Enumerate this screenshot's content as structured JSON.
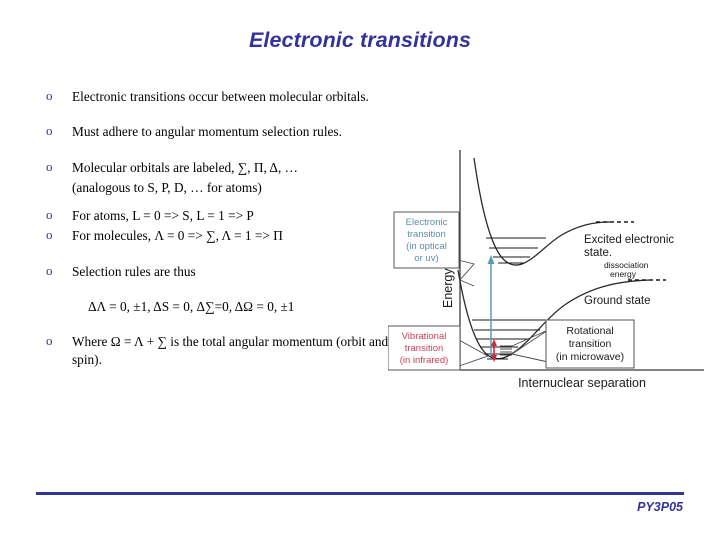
{
  "slide": {
    "title": "Electronic transitions",
    "footer_label": "PY3P05",
    "accent_color": "#333399"
  },
  "bullets": [
    {
      "marker": "o",
      "text": "Electronic transitions occur between molecular orbitals."
    },
    {
      "marker": "o",
      "text": "Must adhere to angular momentum selection rules."
    },
    {
      "marker": "o",
      "text": "Molecular orbitals are labeled, ∑, Π, Δ, …"
    },
    {
      "marker": "",
      "text": "(analogous to S, P, D, … for atoms)"
    },
    {
      "marker": "o",
      "text": "For atoms, L = 0 => S, L = 1 => P"
    },
    {
      "marker": "o",
      "text": "For molecules, Λ = 0 => ∑, Λ = 1 => Π"
    },
    {
      "marker": "o",
      "text": "Selection rules are thus"
    },
    {
      "marker": "",
      "text": "ΔΛ = 0, ±1,   ΔS = 0,  Δ∑=0,   ΔΩ = 0, ±1"
    },
    {
      "marker": "o",
      "text": "Where Ω = Λ + ∑ is the total angular momentum (orbit and spin)."
    }
  ],
  "diagram": {
    "x_axis_label": "Internuclear separation",
    "y_axis_label": "Energy",
    "callouts": {
      "electronic": {
        "lines": [
          "Electronic",
          "transition",
          "(in optical",
          "or uv)"
        ],
        "color": "#5b8fa8"
      },
      "vibrational": {
        "lines": [
          "Vibrational",
          "transition",
          "(in infrared)"
        ],
        "color": "#c9405a"
      },
      "rotational": {
        "lines": [
          "Rotational",
          "transition",
          "(in microwave)"
        ],
        "color": "#1a1a1a"
      }
    },
    "annotations": {
      "excited_state_line1": "Excited electronic",
      "excited_state_line2": "state.",
      "dissociation_line1": "dissociation",
      "dissociation_line2": "energy",
      "ground_state": "Ground state"
    },
    "arrows": {
      "electronic_arrow_color": "#5b9cb4",
      "vibrational_arrow_color": "#d4243c"
    }
  }
}
